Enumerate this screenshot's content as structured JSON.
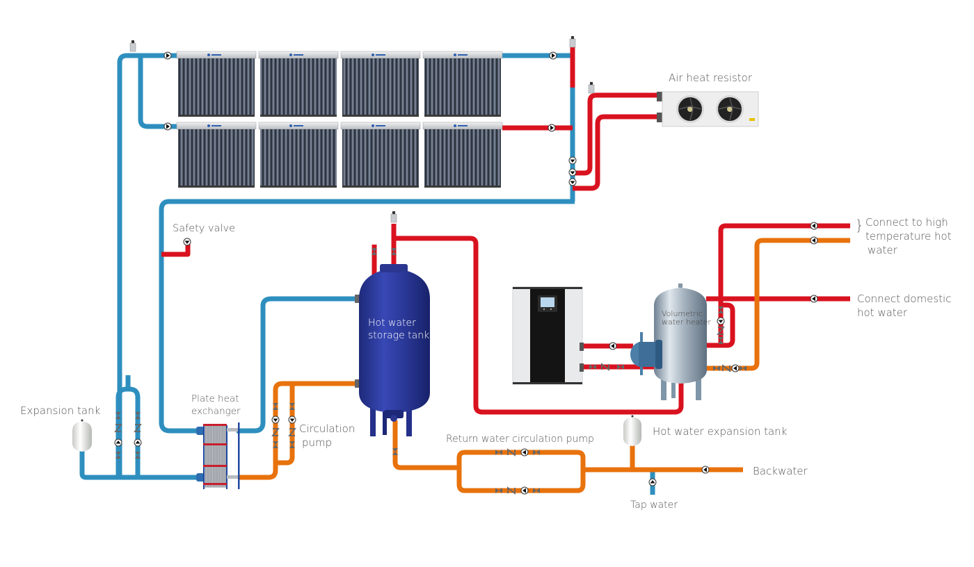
{
  "title": "Solar + heat pump hot water system schematic",
  "colors": {
    "cold_pipe": "#2e8fbf",
    "hot_pipe": "#d9121f",
    "warm_pipe": "#e8720c",
    "storage_tank": "#2c3a9c",
    "label_text": "#555555"
  },
  "labels": {
    "air_heat_resistor": "Air heat resistor",
    "safety_valve": "Safety valve",
    "hot_water_storage_tank_l1": "Hot water",
    "hot_water_storage_tank_l2": "storage tank",
    "connect_high_temp_l1": "Connect to high",
    "connect_high_temp_l2": "temperature hot",
    "connect_high_temp_l3": "water",
    "connect_domestic_l1": "Connect domestic",
    "connect_domestic_l2": "hot water",
    "volumetric_heater_l1": "Volumetric",
    "volumetric_heater_l2": "water heater",
    "expansion_tank": "Expansion tank",
    "plate_heat_exchanger_l1": "Plate heat",
    "plate_heat_exchanger_l2": "exchanger",
    "circulation_pump_l1": "Circulation",
    "circulation_pump_l2": "pump",
    "return_water_pump": "Return water circulation pump",
    "hot_water_expansion_tank": "Hot water expansion tank",
    "backwater": "Backwater",
    "tap_water": "Tap water"
  },
  "components": [
    {
      "id": "solar-collector-array",
      "rows": 2,
      "panels_per_row": 4
    },
    {
      "id": "air-heat-resistor",
      "fans": 2
    },
    {
      "id": "hot-water-storage-tank"
    },
    {
      "id": "heat-pump-unit"
    },
    {
      "id": "volumetric-water-heater"
    },
    {
      "id": "plate-heat-exchanger"
    },
    {
      "id": "expansion-tank"
    },
    {
      "id": "hot-water-expansion-tank"
    }
  ]
}
